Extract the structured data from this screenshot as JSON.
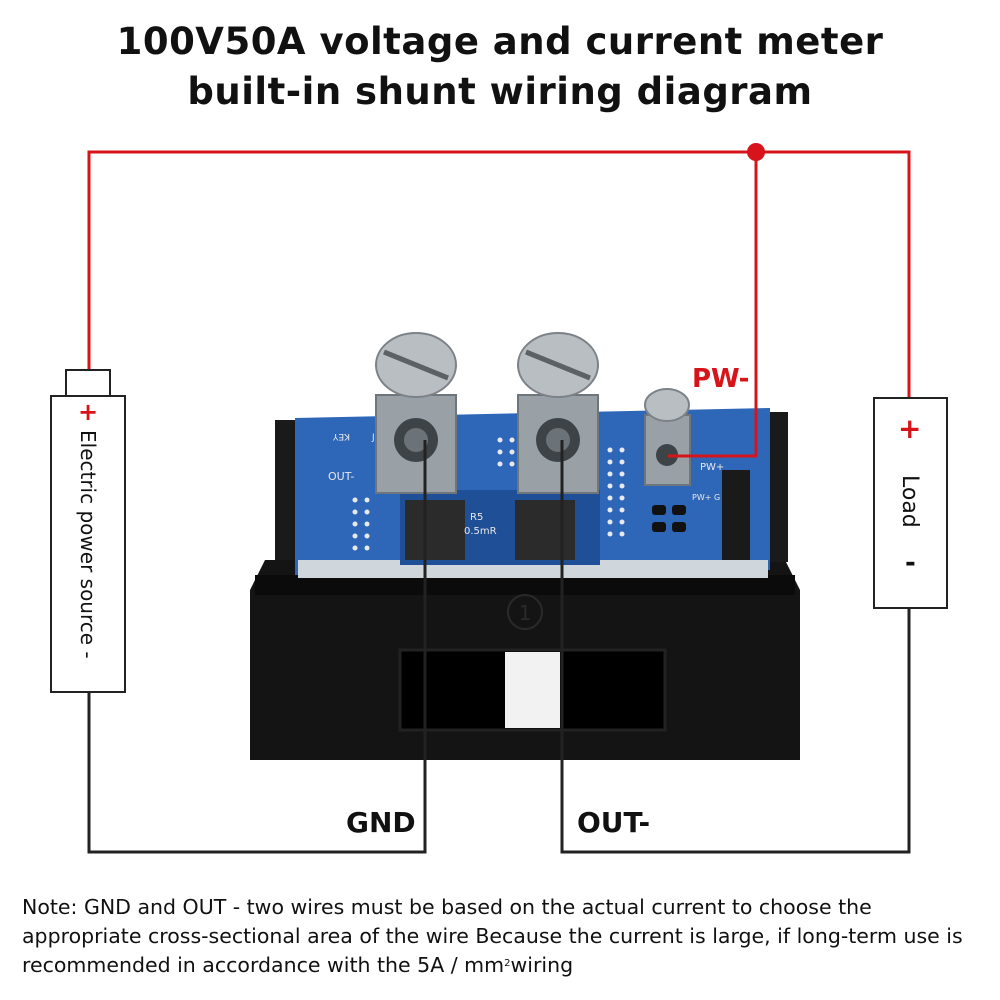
{
  "title": {
    "line1": "100V50A voltage and current meter",
    "line2": "built-in shunt wiring diagram"
  },
  "source": {
    "plus": "+",
    "label": "Electric power source -"
  },
  "load": {
    "plus": "+",
    "label": "Load",
    "minus": "-"
  },
  "wires": {
    "gnd": "GND",
    "out": "OUT-",
    "pw": "PW-"
  },
  "board": {
    "silk_key": "KEY",
    "silk_out": "OUT-",
    "silk_r5": "R5",
    "silk_shunt": "0.5mR",
    "silk_pw": "PW+",
    "silk_pw2": "PW+ G",
    "silk_j": "J1",
    "panel_number": "1"
  },
  "note": {
    "text": "Note: GND and OUT - two wires must be based on the actual current to choose the appropriate cross-sectional area of the wire Because the current is large, if long-term use is recommended in accordance with the 5A / mm",
    "sup": "2",
    "tail": "wiring"
  },
  "colors": {
    "positive_wire": "#d7141a",
    "negative_wire": "#222222",
    "pcb": "#2f67b8",
    "housing": "#111111"
  }
}
